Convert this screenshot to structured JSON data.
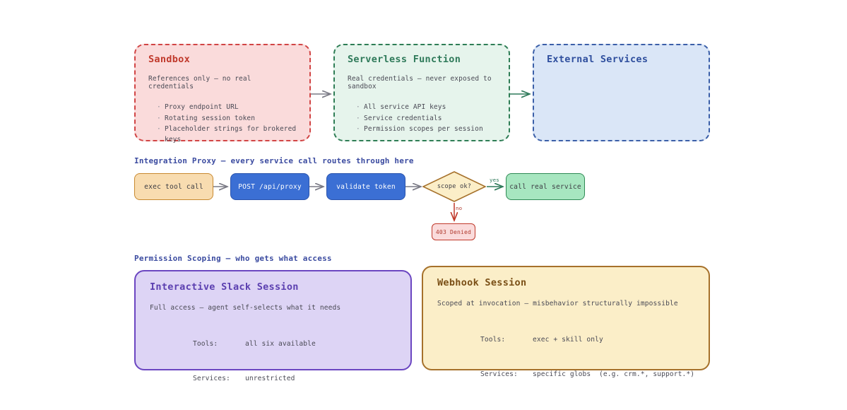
{
  "top_row": {
    "sandbox": {
      "title": "Sandbox",
      "subtitle": "References only — no real credentials",
      "items": [
        "Proxy endpoint URL",
        "Rotating session token",
        "Placeholder strings for brokered keys"
      ],
      "fill": "#fadbdb",
      "stroke": "#d14545",
      "title_color": "#c0392b"
    },
    "serverless": {
      "title": "Serverless Function",
      "subtitle": "Real credentials — never exposed to sandbox",
      "items": [
        "All service API keys",
        "Service credentials",
        "Permission scopes per session"
      ],
      "fill": "#e6f4ec",
      "stroke": "#2e7d55",
      "title_color": "#2f7a5a"
    },
    "external": {
      "title": "External Services",
      "subtitle": "",
      "items": [],
      "fill": "#dae6f7",
      "stroke": "#3b5fa8",
      "title_color": "#2f4f9e"
    }
  },
  "proxy_section": {
    "heading": "Integration Proxy — every service call routes through here",
    "heading_color": "#3b4ba0",
    "nodes": {
      "exec": "exec tool call",
      "post": "POST /api/proxy",
      "validate": "validate token",
      "decision": "scope ok?",
      "call": "call real service",
      "denied": "403 Denied"
    },
    "edge_labels": {
      "yes": "yes",
      "no": "no"
    }
  },
  "scoping_section": {
    "heading": "Permission Scoping — who gets what access",
    "heading_color": "#3b4ba0",
    "slack": {
      "title": "Interactive Slack Session",
      "subtitle": "Full access — agent self-selects what it needs",
      "rows": [
        {
          "key": "Tools:",
          "value": "all six available"
        },
        {
          "key": "Services:",
          "value": "unrestricted"
        }
      ],
      "fill": "#ddd4f5",
      "stroke": "#6b46c1",
      "title_color": "#5b3fb0"
    },
    "webhook": {
      "title": "Webhook Session",
      "subtitle": "Scoped at invocation — misbehavior structurally impossible",
      "rows": [
        {
          "key": "Tools:",
          "value": "exec + skill only"
        },
        {
          "key": "Services:",
          "value": "specific globs  (e.g. crm.*, support.*)"
        }
      ],
      "fill": "#fbeec8",
      "stroke": "#a6712b",
      "title_color": "#7a4f16"
    }
  }
}
